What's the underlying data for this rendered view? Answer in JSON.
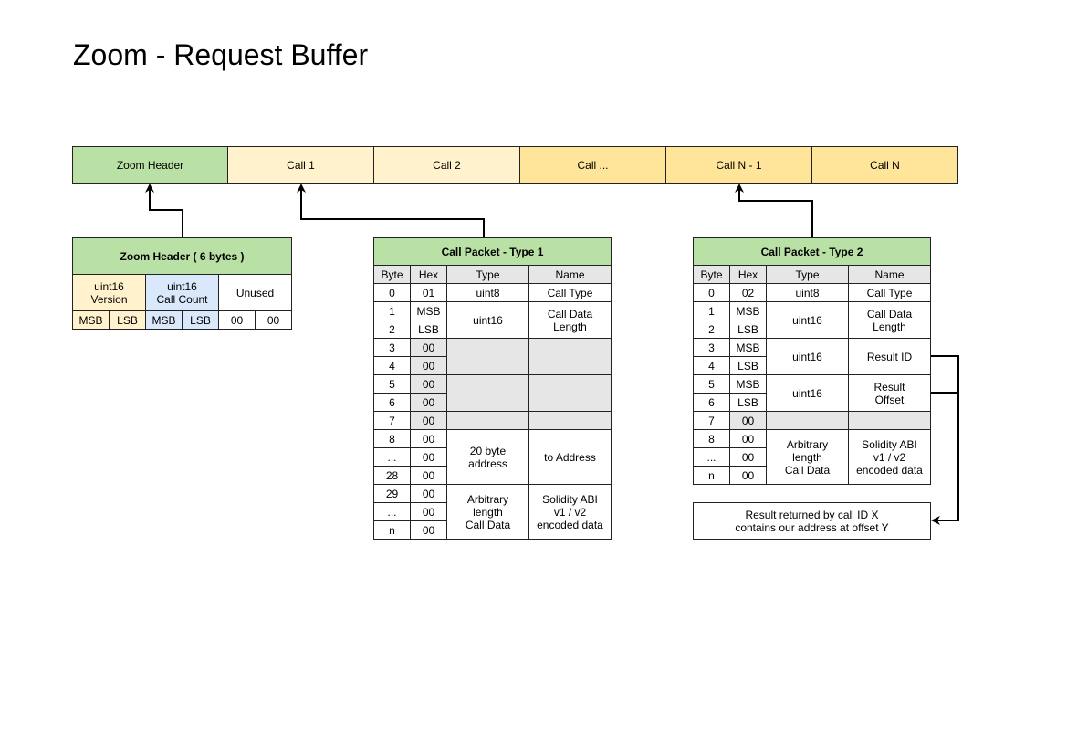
{
  "title": "Zoom - Request Buffer",
  "colors": {
    "green": "#b9e0a5",
    "light_yellow": "#fff2cc",
    "yellow": "#ffe599",
    "blue": "#dae8fc",
    "gray": "#e6e6e6"
  },
  "buffer": {
    "zoom_header": "Zoom Header",
    "call1": "Call 1",
    "call2": "Call 2",
    "call_ellipsis": "Call ...",
    "call_n_minus_1": "Call N - 1",
    "call_n": "Call N"
  },
  "zoom_header_table": {
    "title": "Zoom Header ( 6 bytes )",
    "version": "uint16\nVersion",
    "call_count": "uint16\nCall Count",
    "unused": "Unused",
    "bytes": [
      "MSB",
      "LSB",
      "MSB",
      "LSB",
      "00",
      "00"
    ]
  },
  "call_packet_1": {
    "title": "Call Packet - Type 1",
    "headers": [
      "Byte",
      "Hex",
      "Type",
      "Name"
    ],
    "byte_col": [
      "0",
      "1",
      "2",
      "3",
      "4",
      "5",
      "6",
      "7",
      "8",
      "...",
      "28",
      "29",
      "...",
      "n"
    ],
    "hex_col": [
      "01",
      "MSB",
      "LSB",
      "00",
      "00",
      "00",
      "00",
      "00",
      "00",
      "00",
      "00",
      "00",
      "00",
      "00"
    ],
    "types": [
      "uint8",
      "uint16",
      "20 byte\naddress",
      "Arbitrary\nlength\nCall Data"
    ],
    "names": [
      "Call Type",
      "Call Data\nLength",
      "to Address",
      "Solidity ABI\nv1 / v2\nencoded data"
    ]
  },
  "call_packet_2": {
    "title": "Call Packet - Type 2",
    "headers": [
      "Byte",
      "Hex",
      "Type",
      "Name"
    ],
    "byte_col": [
      "0",
      "1",
      "2",
      "3",
      "4",
      "5",
      "6",
      "7",
      "8",
      "...",
      "n"
    ],
    "hex_col": [
      "02",
      "MSB",
      "LSB",
      "MSB",
      "LSB",
      "MSB",
      "LSB",
      "00",
      "00",
      "00",
      "00"
    ],
    "types": [
      "uint8",
      "uint16",
      "uint16",
      "uint16",
      "Arbitrary\nlength\nCall Data"
    ],
    "names": [
      "Call Type",
      "Call Data\nLength",
      "Result ID",
      "Result\nOffset",
      "Solidity ABI\nv1 / v2\nencoded data"
    ]
  },
  "result_note": "Result returned by call ID X\ncontains our address at offset Y"
}
